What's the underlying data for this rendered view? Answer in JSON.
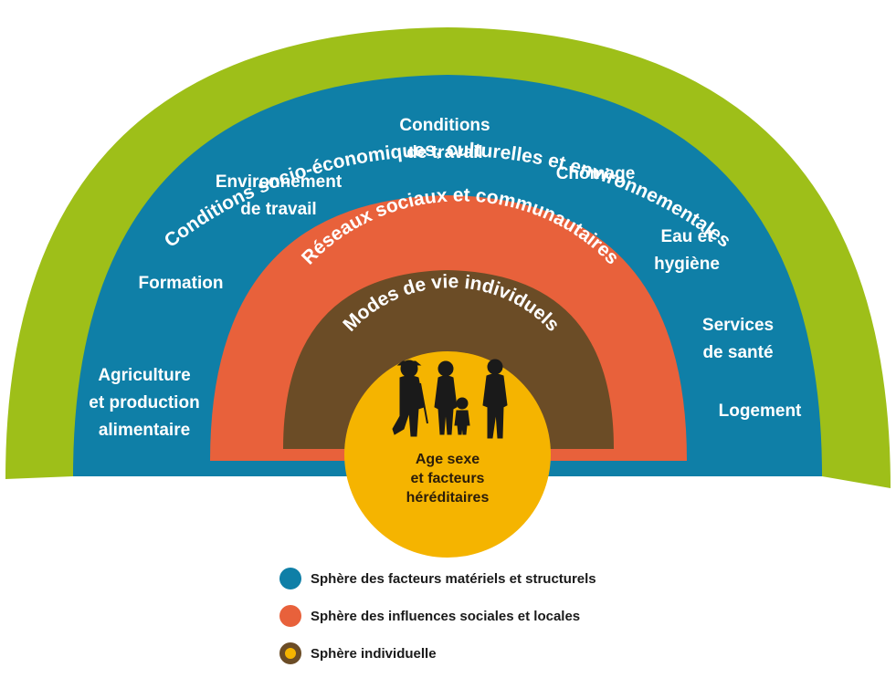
{
  "colors": {
    "outer": "#9ebf19",
    "material": "#0f7fa7",
    "social": "#e8613b",
    "individual": "#6b4c26",
    "core": "#f5b400",
    "silhouettes": "#1a1a1a"
  },
  "outer_ring": {
    "label": "Conditions  socio-économiques, culturelles et environnementales"
  },
  "social_ring": {
    "label": "Réseaux sociaux et communautaires"
  },
  "individual_ring": {
    "label": "Modes de vie individuels"
  },
  "core": {
    "lines": [
      "Age sexe",
      "et facteurs",
      "héréditaires"
    ],
    "icon": "family-silhouette-icon"
  },
  "material_factors": [
    {
      "lines": [
        "Agriculture",
        "et production",
        "alimentaire"
      ]
    },
    {
      "lines": [
        "Formation"
      ]
    },
    {
      "lines": [
        "Environnement",
        "de travail"
      ]
    },
    {
      "lines": [
        "Conditions",
        "de travail"
      ]
    },
    {
      "lines": [
        "Chômage"
      ]
    },
    {
      "lines": [
        "Eau et",
        "hygiène"
      ]
    },
    {
      "lines": [
        "Services",
        "de santé"
      ]
    },
    {
      "lines": [
        "Logement"
      ]
    }
  ],
  "legend": [
    {
      "label": "Sphère des facteurs matériels et structurels",
      "color": "#0f7fa7"
    },
    {
      "label": "Sphère des influences sociales et locales",
      "color": "#e8613b"
    },
    {
      "label": "Sphère individuelle",
      "color": "#f5b400"
    }
  ]
}
